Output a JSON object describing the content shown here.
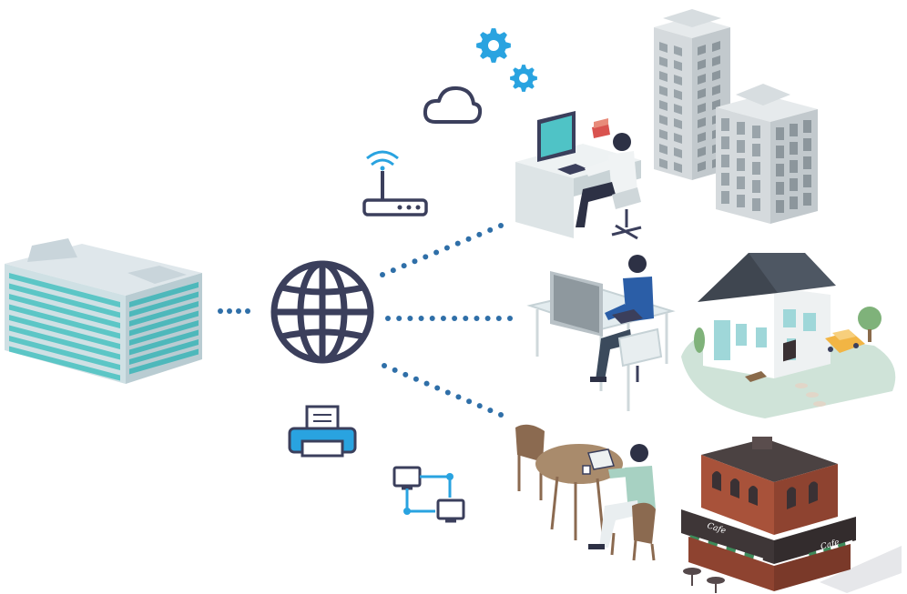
{
  "illustration": {
    "hub": {
      "icon": "globe-icon"
    },
    "source": {
      "name": "office-building"
    },
    "floating_icons": [
      "gear-icon",
      "cloud-icon",
      "wifi-router-icon",
      "printer-icon",
      "network-icon"
    ],
    "destinations": [
      "office-worker-with-city-buildings",
      "home-worker-with-house",
      "cafe-worker-with-cafe"
    ]
  },
  "cafe": {
    "front_sign": "Cafe",
    "side_sign": "Cafe"
  },
  "colors": {
    "connector_dots": "#2f6fa8",
    "icon_outline": "#3b3f5c",
    "icon_accent": "#29a3e0",
    "building_teal": "#5cc6c6"
  }
}
